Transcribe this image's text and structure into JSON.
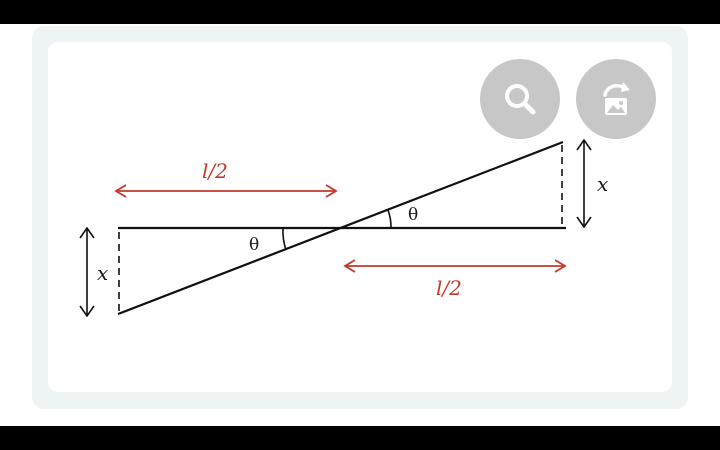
{
  "colors": {
    "accent_red": "#c0392b",
    "ink": "#111111",
    "fab_bg": "#c7c7c7"
  },
  "diagram": {
    "half_length_top": "l/2",
    "half_length_bottom": "l/2",
    "angle_left": "θ",
    "angle_right": "θ",
    "height_left": "x",
    "height_right": "x"
  },
  "toolbar": {
    "search_icon": "search-icon",
    "rotate_icon": "rotate-image-icon"
  }
}
